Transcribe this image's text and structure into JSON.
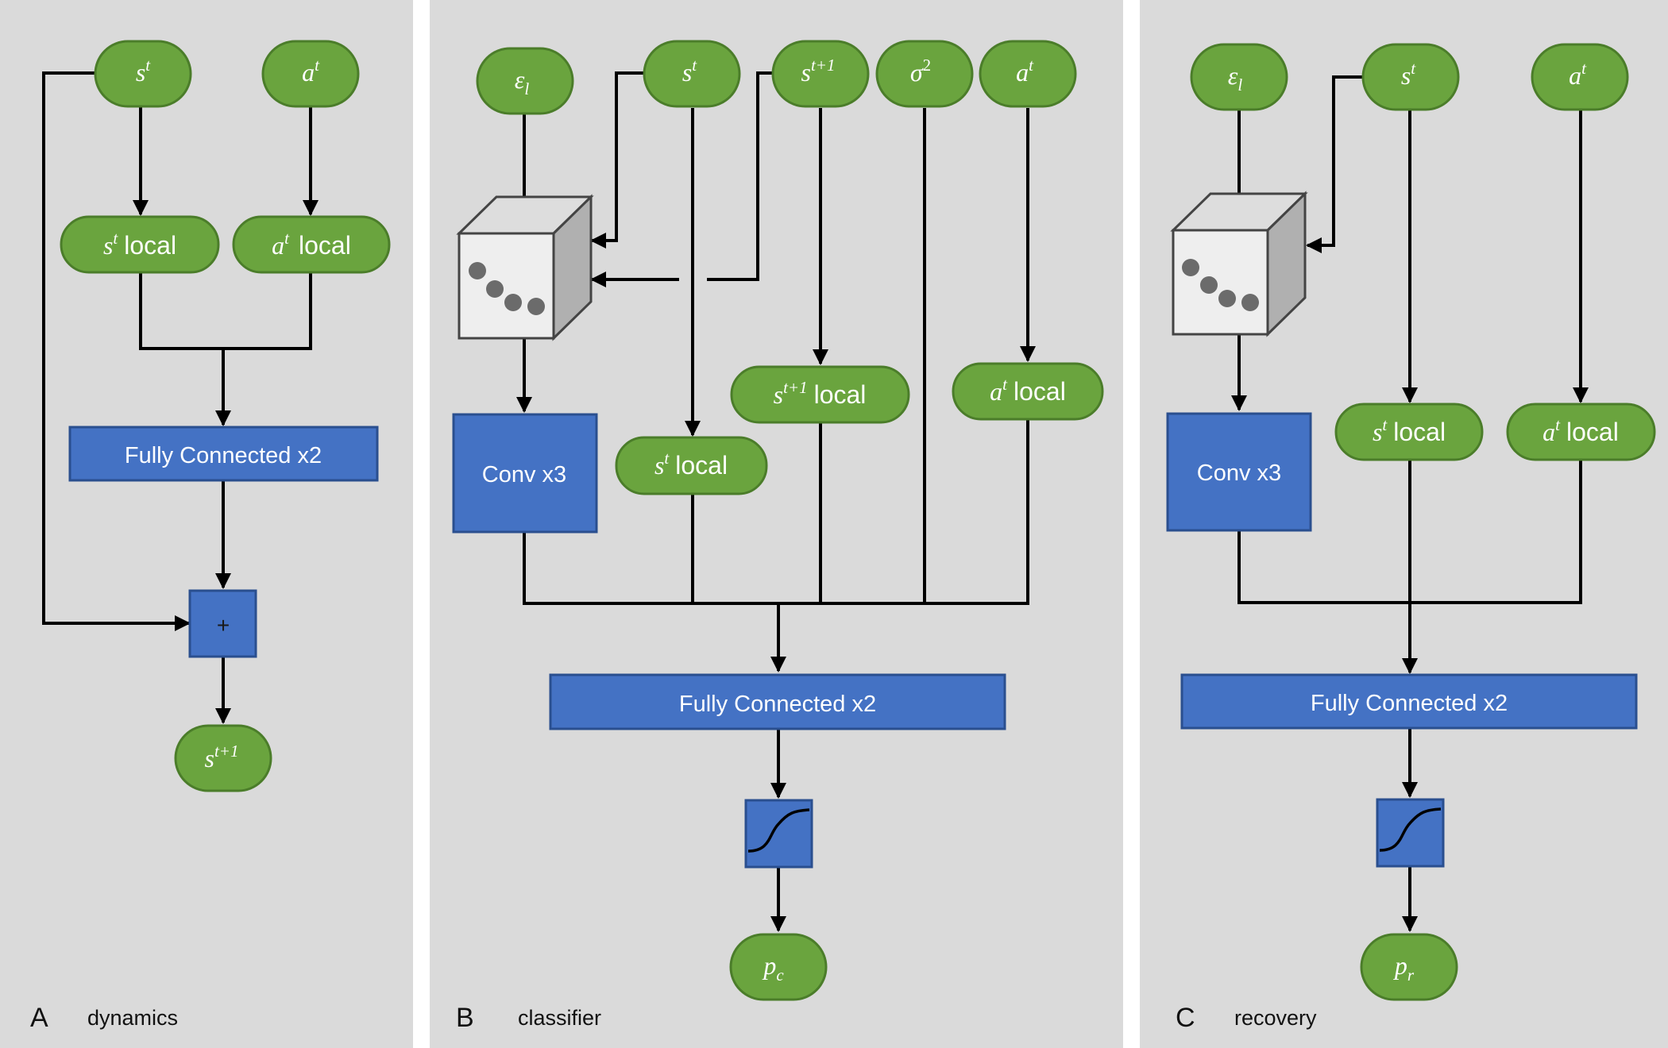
{
  "panels": {
    "a": {
      "letter": "A",
      "title": "dynamics",
      "inputs": {
        "s": "s",
        "s_sup": "t",
        "a": "a",
        "a_sup": "t"
      },
      "local": {
        "s": "s",
        "s_sup": "t",
        "s_word": "local",
        "a": "a",
        "a_sup": "t",
        "a_word": "local"
      },
      "fc_label": "Fully Connected x2",
      "plus": "+",
      "output": {
        "s": "s",
        "s_sup": "t+1"
      }
    },
    "b": {
      "letter": "B",
      "title": "classifier",
      "inputs": {
        "eps": "ε",
        "eps_sub": "l",
        "s": "s",
        "s_sup": "t",
        "s1": "s",
        "s1_sup": "t+1",
        "sigma": "σ",
        "sigma_sup": "2",
        "a": "a",
        "a_sup": "t"
      },
      "local": {
        "s": "s",
        "s_sup": "t",
        "s_word": "local",
        "s1": "s",
        "s1_sup": "t+1",
        "s1_word": "local",
        "a": "a",
        "a_sup": "t",
        "a_word": "local"
      },
      "conv_label": "Conv x3",
      "fc_label": "Fully Connected x2",
      "output": {
        "p": "p",
        "p_sub": "c"
      }
    },
    "c": {
      "letter": "C",
      "title": "recovery",
      "inputs": {
        "eps": "ε",
        "eps_sub": "l",
        "s": "s",
        "s_sup": "t",
        "a": "a",
        "a_sup": "t"
      },
      "local": {
        "s": "s",
        "s_sup": "t",
        "s_word": "local",
        "a": "a",
        "a_sup": "t",
        "a_word": "local"
      },
      "conv_label": "Conv x3",
      "fc_label": "Fully Connected x2",
      "output": {
        "p": "p",
        "p_sub": "r"
      }
    }
  },
  "colors": {
    "panel_background": "#dadada",
    "node_green": "#6aa43e",
    "block_blue": "#4472c4",
    "line": "#000000"
  }
}
